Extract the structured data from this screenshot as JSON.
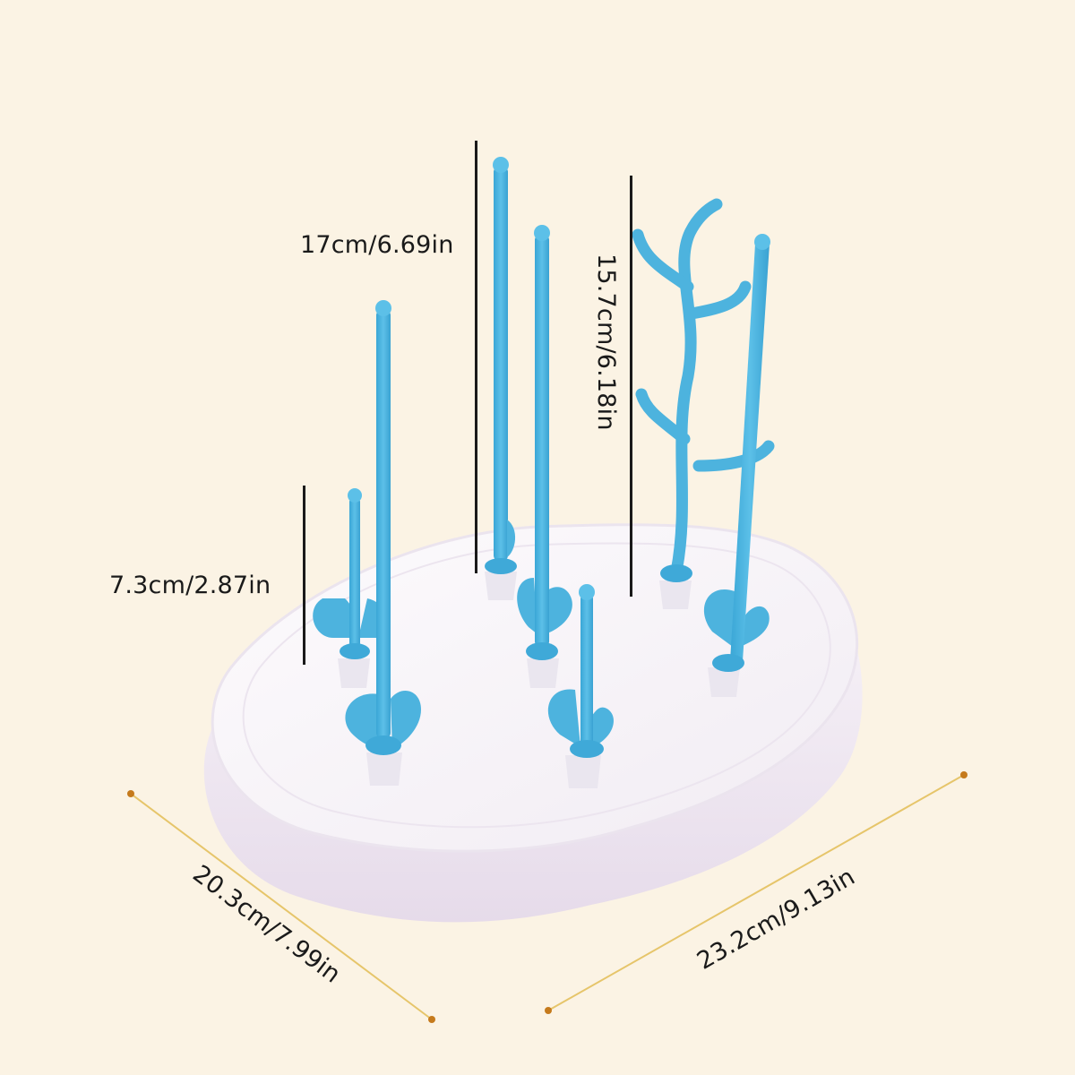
{
  "product": {
    "name": "baby bottle drying rack",
    "colors": {
      "background": "#fbf3e4",
      "peg_blue": "#4db3de",
      "peg_blue_dark": "#2f9bcb",
      "tray": "#f6f1f6",
      "tray_side": "#ece3ef",
      "dimension_line": "#1a1a1a",
      "width_guide": "#e0b84a",
      "guide_dot": "#c57a1c"
    }
  },
  "dimensions": {
    "tall_peg": {
      "label": "17cm/6.69in"
    },
    "tree_peg": {
      "label": "15.7cm/6.18in"
    },
    "short_peg": {
      "label": "7.3cm/2.87in"
    },
    "depth": {
      "label": "20.3cm/7.99in"
    },
    "width": {
      "label": "23.2cm/9.13in"
    }
  }
}
